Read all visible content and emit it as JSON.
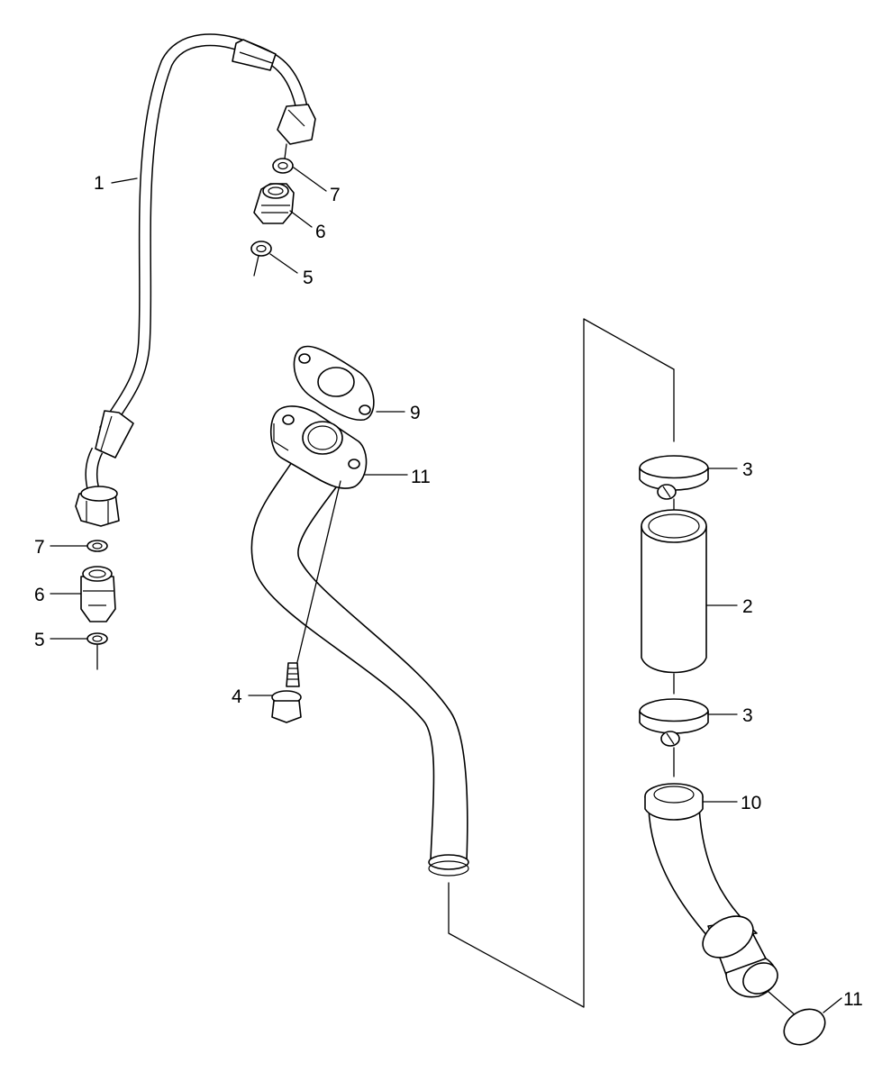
{
  "callouts": {
    "c1": "1",
    "c2": "2",
    "c3a": "3",
    "c3b": "3",
    "c4": "4",
    "c5a": "5",
    "c5b": "5",
    "c6a": "6",
    "c6b": "6",
    "c7a": "7",
    "c7b": "7",
    "c9": "9",
    "c10": "10",
    "c11a": "11",
    "c11b": "11"
  },
  "colors": {
    "line": "#000000",
    "background": "#ffffff"
  }
}
